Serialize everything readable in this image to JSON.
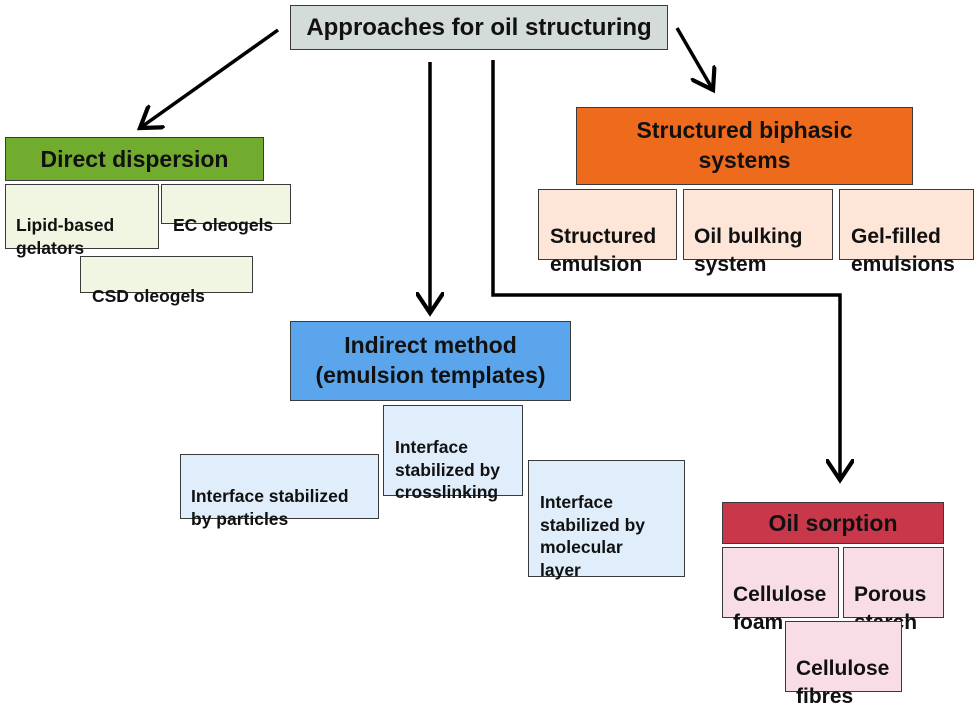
{
  "root": {
    "label": "Approaches for oil structuring"
  },
  "direct": {
    "label": "Direct dispersion",
    "items": [
      "Lipid-based\ngelators",
      "EC oleogels",
      "CSD oleogels"
    ]
  },
  "biphasic": {
    "label": "Structured biphasic\nsystems",
    "items": [
      "Structured\nemulsion",
      "Oil bulking\nsystem",
      "Gel-filled\nemulsions"
    ]
  },
  "indirect": {
    "label": "Indirect method\n(emulsion templates)",
    "items": [
      "Interface\nstabilized by\ncrosslinking",
      "Interface stabilized\nby particles",
      "Interface\nstabilized by\nmolecular\nlayer"
    ]
  },
  "sorption": {
    "label": "Oil sorption",
    "items": [
      "Cellulose\nfoam",
      "Porous\nstarch",
      "Cellulose\nfibres"
    ]
  },
  "colors": {
    "root": "#d4dcd9",
    "direct": "#72ac2e",
    "direct_items": "#f1f6e2",
    "biphasic": "#ee6a1d",
    "biphasic_items": "#fde5d8",
    "indirect": "#5aa5ec",
    "indirect_items": "#dfeefa",
    "sorption": "#c8374a",
    "sorption_items": "#f8dde6"
  }
}
